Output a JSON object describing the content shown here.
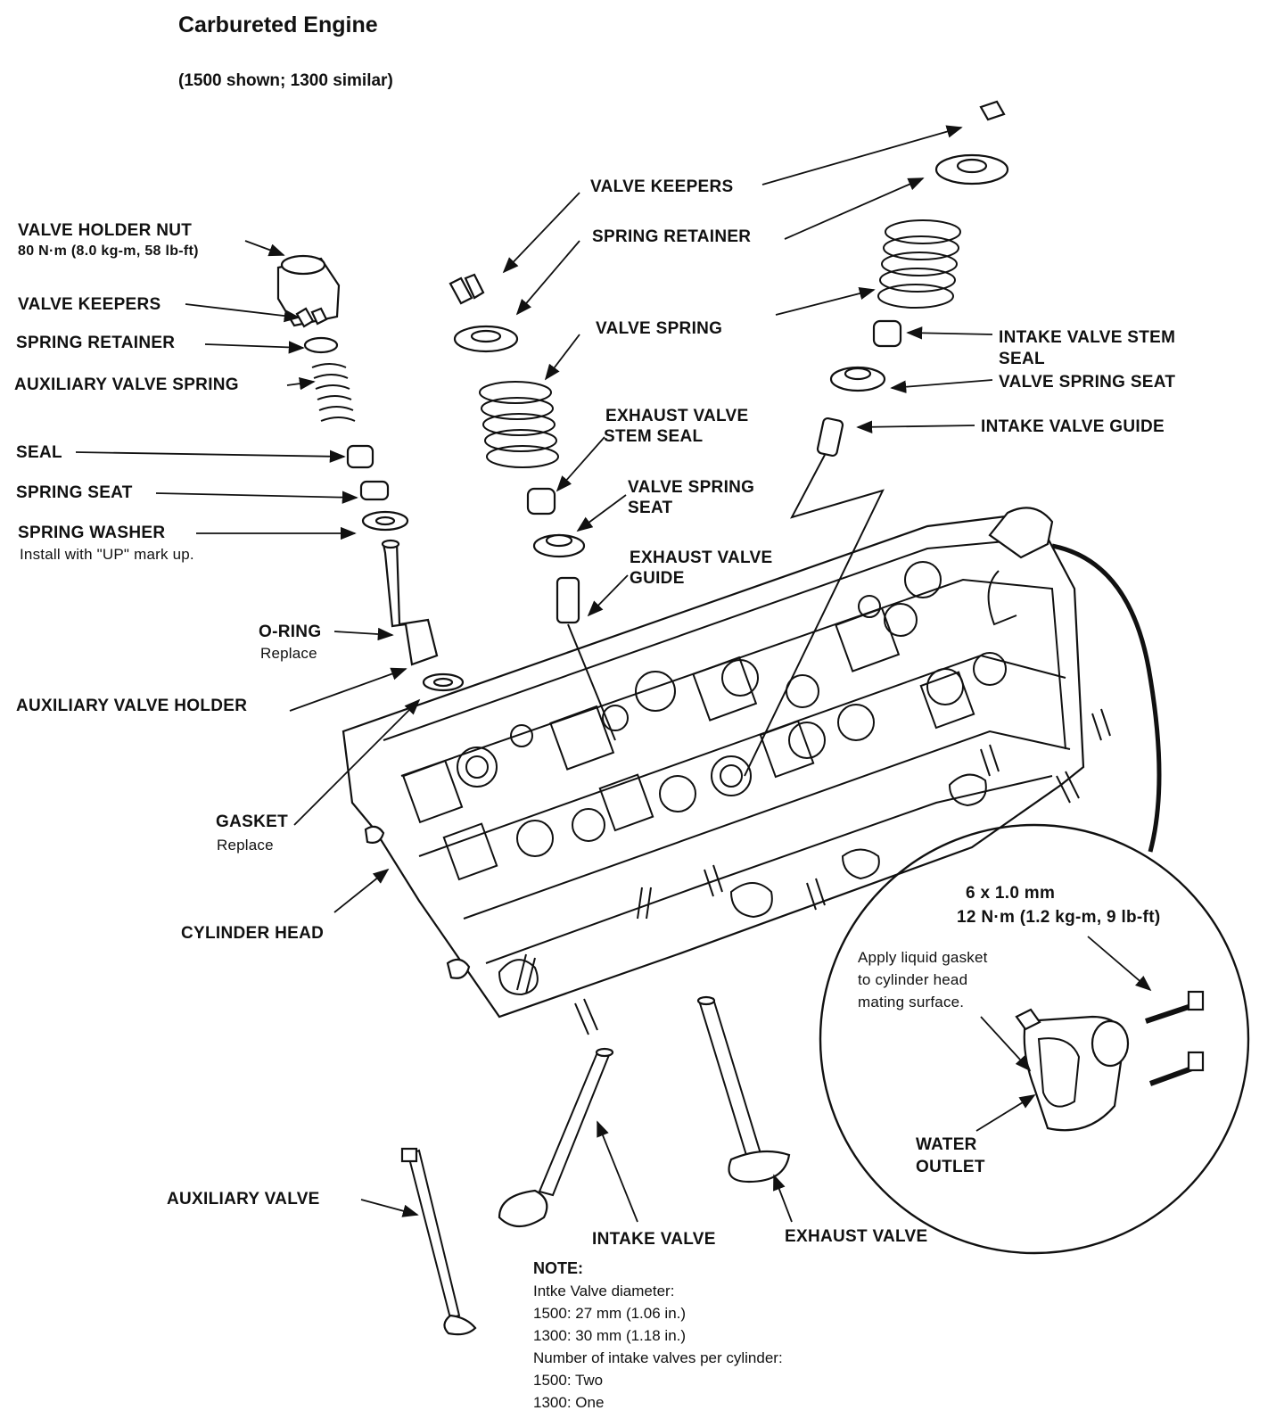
{
  "title": "Carbureted Engine",
  "subtitle": "(1500 shown; 1300 similar)",
  "labels": {
    "valve_holder_nut": "VALVE HOLDER NUT",
    "valve_holder_nut_torque": "80 N·m (8.0 kg-m, 58 lb-ft)",
    "aux_valve_keepers": "VALVE KEEPERS",
    "aux_spring_retainer": "SPRING RETAINER",
    "aux_valve_spring": "AUXILIARY VALVE SPRING",
    "seal": "SEAL",
    "spring_seat": "SPRING SEAT",
    "spring_washer": "SPRING WASHER",
    "spring_washer_note": "Install with \"UP\" mark up.",
    "o_ring": "O-RING",
    "o_ring_note": "Replace",
    "aux_valve_holder": "AUXILIARY VALVE HOLDER",
    "gasket": "GASKET",
    "gasket_note": "Replace",
    "cylinder_head": "CYLINDER HEAD",
    "auxiliary_valve": "AUXILIARY VALVE",
    "valve_keepers": "VALVE KEEPERS",
    "spring_retainer": "SPRING RETAINER",
    "valve_spring": "VALVE SPRING",
    "exhaust_stem_seal_1": "EXHAUST VALVE",
    "exhaust_stem_seal_2": "STEM SEAL",
    "valve_spring_seat_1": "VALVE SPRING",
    "valve_spring_seat_2": "SEAT",
    "exhaust_guide_1": "EXHAUST VALVE",
    "exhaust_guide_2": "GUIDE",
    "intake_stem_seal_1": "INTAKE VALVE STEM",
    "intake_stem_seal_2": "SEAL",
    "intake_spring_seat": "VALVE SPRING SEAT",
    "intake_valve_guide": "INTAKE VALVE GUIDE",
    "intake_valve": "INTAKE VALVE",
    "exhaust_valve": "EXHAUST VALVE",
    "bolt_size": "6 x 1.0 mm",
    "bolt_torque": "12 N·m (1.2 kg-m, 9 lb-ft)",
    "liquid_gasket_1": "Apply liquid gasket",
    "liquid_gasket_2": "to cylinder head",
    "liquid_gasket_3": "mating surface.",
    "water_outlet_1": "WATER",
    "water_outlet_2": "OUTLET"
  },
  "note": {
    "heading": "NOTE:",
    "lines": [
      "Intke Valve diameter:",
      "1500: 27 mm (1.06 in.)",
      "1300: 30 mm (1.18 in.)",
      "Number of intake valves per cylinder:",
      "1500: Two",
      "1300: One"
    ]
  }
}
